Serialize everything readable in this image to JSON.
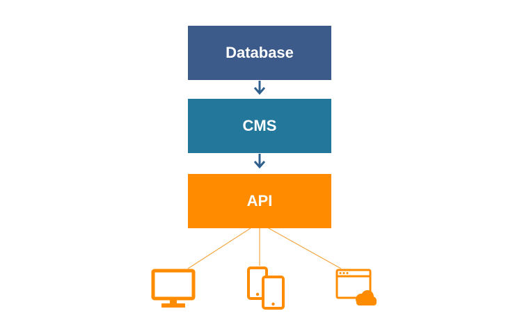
{
  "diagram": {
    "blocks": [
      {
        "label": "Database",
        "color": "#3c5a8a"
      },
      {
        "label": "CMS",
        "color": "#22779b"
      },
      {
        "label": "API",
        "color": "#ff8c00"
      }
    ],
    "arrow_color": "#2f5f8c",
    "connector_color": "#f4a742",
    "icon_color": "#ff8c00",
    "clients": [
      {
        "icon": "desktop-monitor-icon"
      },
      {
        "icon": "mobile-devices-icon"
      },
      {
        "icon": "browser-cloud-icon"
      }
    ]
  }
}
